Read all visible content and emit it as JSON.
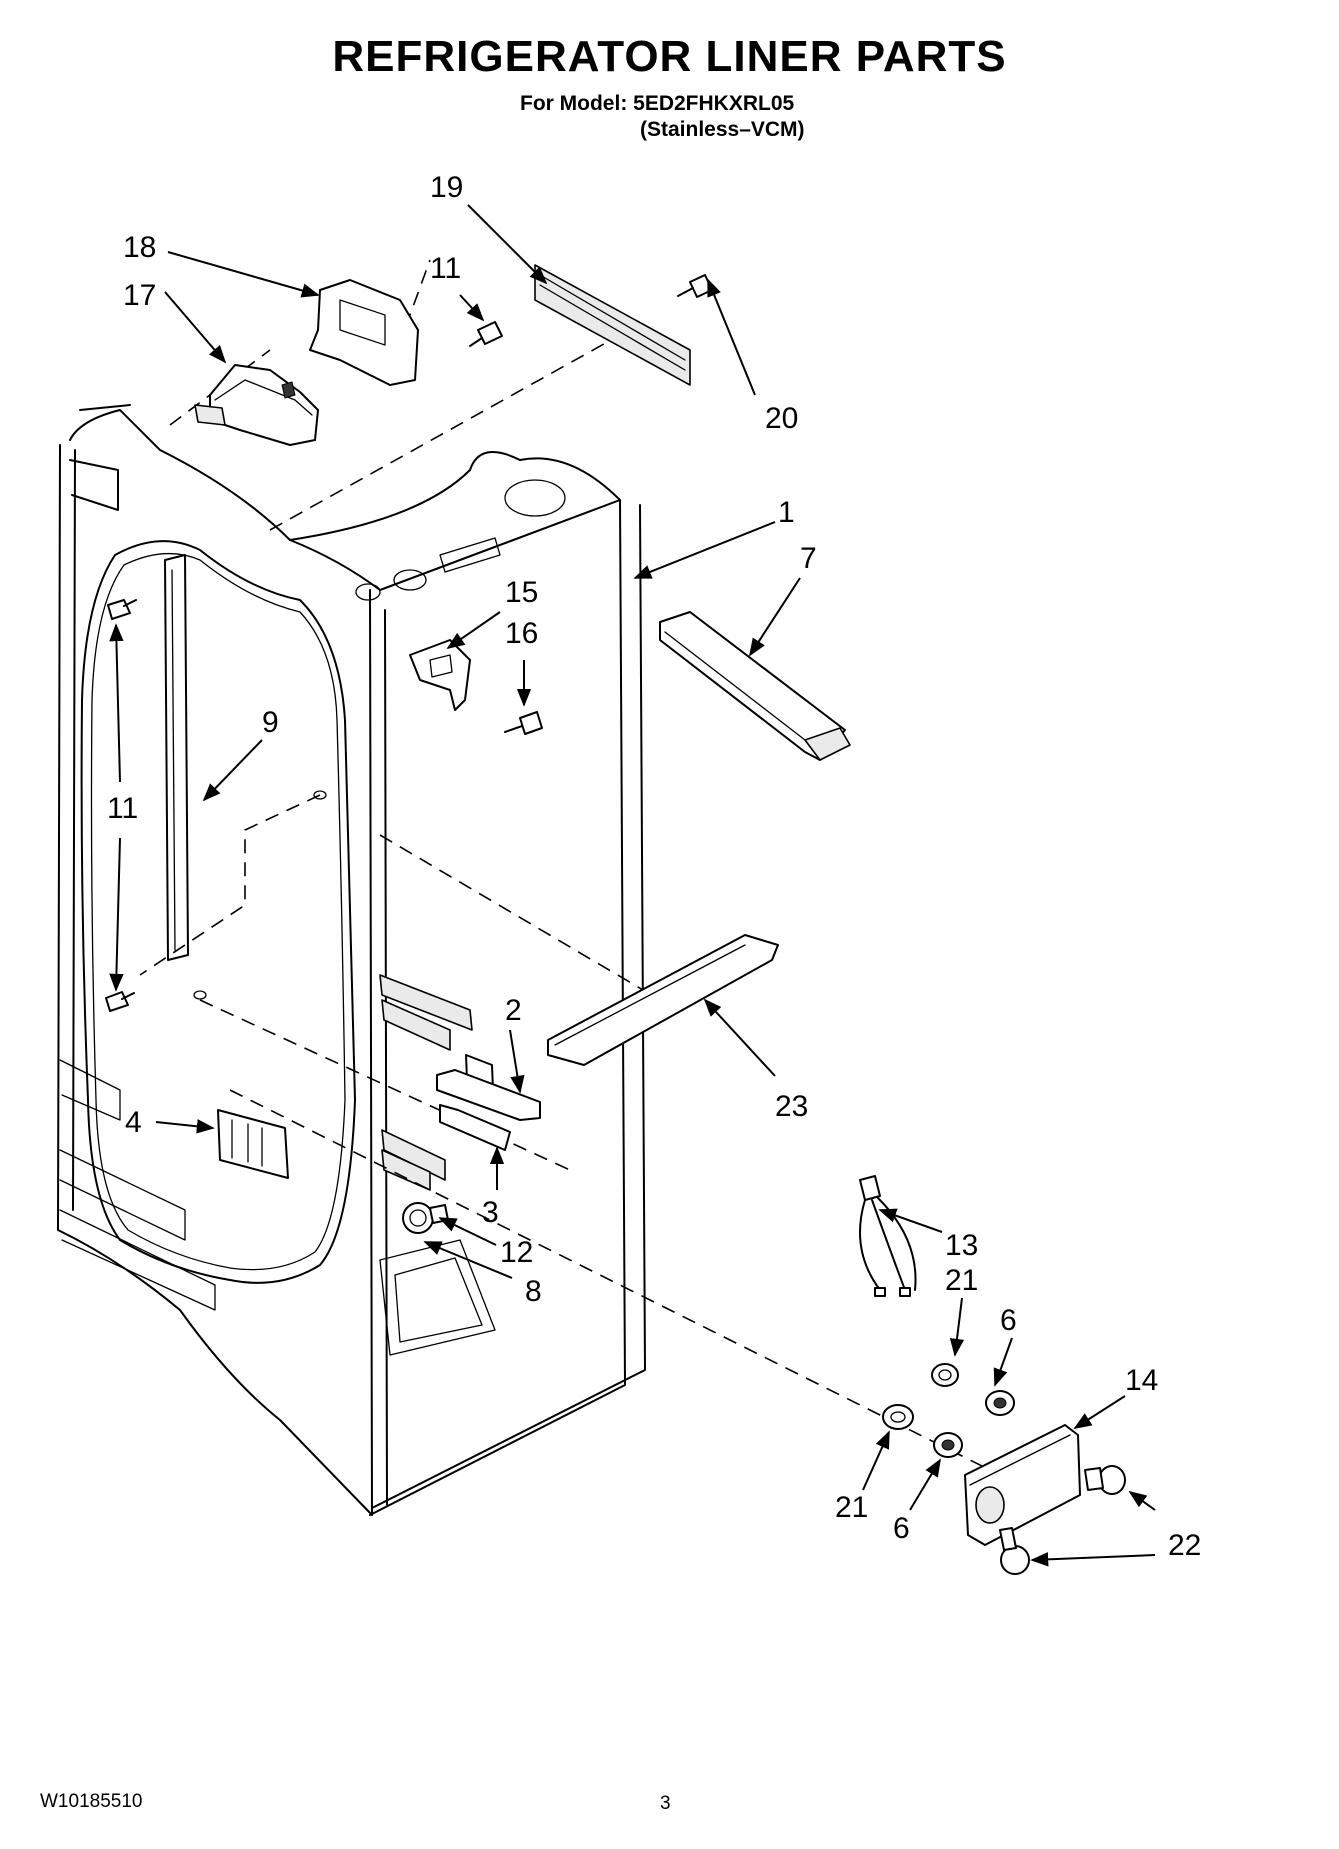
{
  "title": "REFRIGERATOR LINER PARTS",
  "model_line": "For Model: 5ED2FHKXRL05",
  "variant_line": "(Stainless–VCM)",
  "footer": {
    "doc_number": "W10185510",
    "page": "3"
  },
  "callouts": [
    "19",
    "18",
    "11",
    "17",
    "20",
    "1",
    "7",
    "15",
    "16",
    "9",
    "11",
    "2",
    "23",
    "4",
    "3",
    "12",
    "8",
    "13",
    "21",
    "6",
    "14",
    "21",
    "6",
    "22"
  ]
}
